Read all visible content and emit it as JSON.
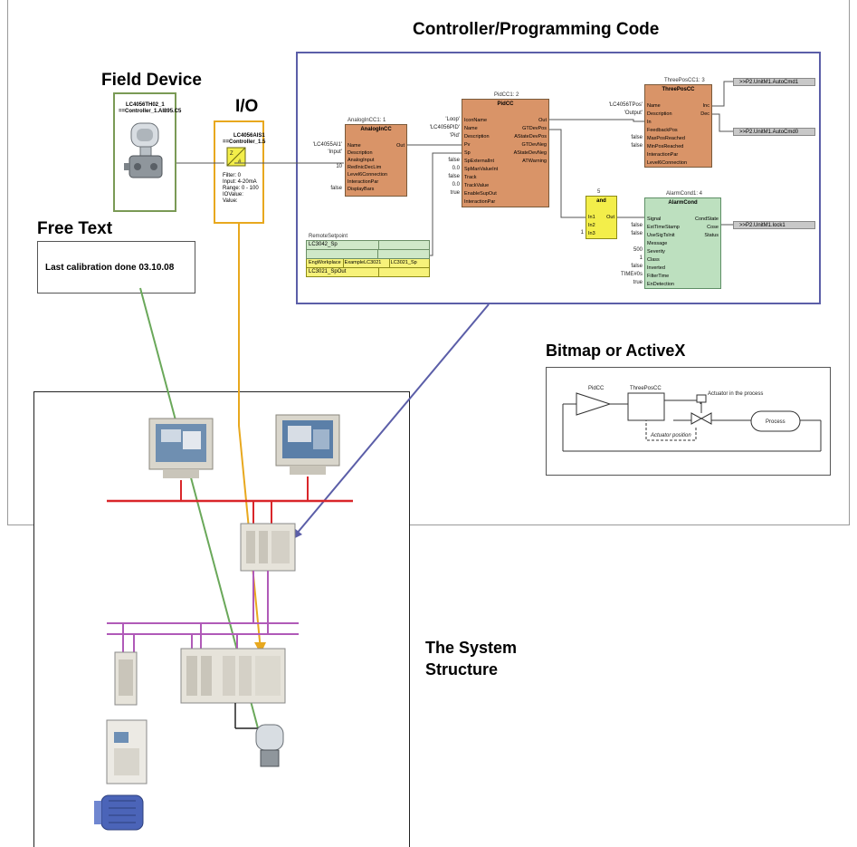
{
  "headings": {
    "controller": "Controller/Programming Code",
    "field_device": "Field Device",
    "io": "I/O",
    "free_text": "Free Text",
    "bitmap": "Bitmap or ActiveX",
    "system_line1": "The System",
    "system_line2": "Structure"
  },
  "free_text_box": "Last calibration done 03.10.08",
  "field_device": {
    "tag": "LC4056TH02_1",
    "ref": "==Controller_1.AI895.C5"
  },
  "io_module": {
    "tag": "LC4056AIS1",
    "ref": "==Controller_1.5",
    "details": [
      "Filter: 0",
      "Input: 4-20mA",
      "Range: 0 - 100",
      "IOValue:",
      "Value:"
    ]
  },
  "blocks": {
    "analog": {
      "caption": "AnalogInCC1: 1",
      "title": "AnalogInCC",
      "inputs": [
        "Name",
        "Description",
        "AnalogInput",
        "RedInicDecLim",
        "Level6Connection",
        "InteractionPar",
        "DisplayBars"
      ],
      "output": "Out",
      "signals": [
        "'LC4055AI1'",
        "'Input'",
        "",
        "10",
        "",
        "",
        "false"
      ]
    },
    "pid": {
      "caption": "PidCC1: 2",
      "title": "PidCC",
      "inputs": [
        "IconName",
        "Name",
        "Description",
        "Pv",
        "Sp",
        "SpExternalInt",
        "SpManValueInt",
        "Track",
        "TrackValue",
        "EnableSupOut",
        "InteractionPar"
      ],
      "outputs": [
        "Out",
        "GTDevPos",
        "AStateDevPos",
        "GTDevNeg",
        "AStateDevNeg",
        "ATWarning"
      ],
      "signals": [
        "'Loop'",
        "'LC4056PID'",
        "'Pid'",
        "",
        "",
        "false",
        "0.0",
        "false",
        "0.0",
        "true",
        ""
      ]
    },
    "threepos": {
      "caption": "ThreePosCC1: 3",
      "title": "ThreePosCC",
      "inputs": [
        "Name",
        "Description",
        "In",
        "FeedbackPos",
        "MaxPosReached",
        "MinPosReached",
        "InteractionPar",
        "Level6Connection"
      ],
      "outputs": [
        "Inc",
        "Dec"
      ],
      "signals": [
        "'LC4056TPos'",
        "'Output'",
        "",
        "",
        "false",
        "false",
        "",
        ""
      ]
    },
    "and": {
      "caption": "5",
      "title": "and",
      "inputs": [
        "In1",
        "In2",
        "In3"
      ],
      "output": "Out",
      "signals": [
        "",
        "",
        "1"
      ]
    },
    "alarm": {
      "caption": "AlarmCond1: 4",
      "title": "AlarmCond",
      "inputs": [
        "Signal",
        "ExtTimeStamp",
        "UseSigTsInit",
        "Message",
        "Severity",
        "Class",
        "Inverted",
        "FilterTime",
        "EnDetection"
      ],
      "outputs": [
        "CondState",
        "Cose",
        "Status"
      ],
      "signals": [
        "",
        "false",
        "false",
        "",
        "500",
        "1",
        "false",
        "TIME#0s",
        "true"
      ]
    }
  },
  "output_tags": [
    ">>P2.UnitM1.AutoCmd1",
    ">>P2.UnitM1.AutoCmd0",
    ">>P2.UnitM1.lock1"
  ],
  "remote_setpoint": {
    "caption": "RemoteSetpoint",
    "rows": [
      {
        "cells": [
          "LC3042_Sp",
          "",
          ""
        ]
      },
      {
        "cells": [
          "",
          "",
          ""
        ]
      },
      {
        "cells": [
          "EngWorkplace",
          "ExampleLC3021",
          "LC3021_Sp"
        ]
      },
      {
        "cells": [
          "LC3021_SpOut",
          "",
          ""
        ]
      }
    ]
  },
  "bitmap_diagram": {
    "pid_label": "PidCC",
    "threepos_label": "ThreePosCC",
    "actuator_text": "Actuator in the process",
    "actuator_position": "Actuator position",
    "process_label": "Process"
  },
  "colors": {
    "orange_block": "#d99468",
    "green_block": "#bde0bf",
    "yellow_block": "#f3ee4a",
    "controller_border": "#5b5ea8",
    "io_border": "#e8a81e",
    "field_border": "#7a9a55",
    "control_network": "#d9262a",
    "fieldbus": "#b05ab8",
    "arrow_green": "#6aa85a",
    "arrow_orange": "#e8a81e",
    "arrow_blue": "#5b5ea8"
  }
}
